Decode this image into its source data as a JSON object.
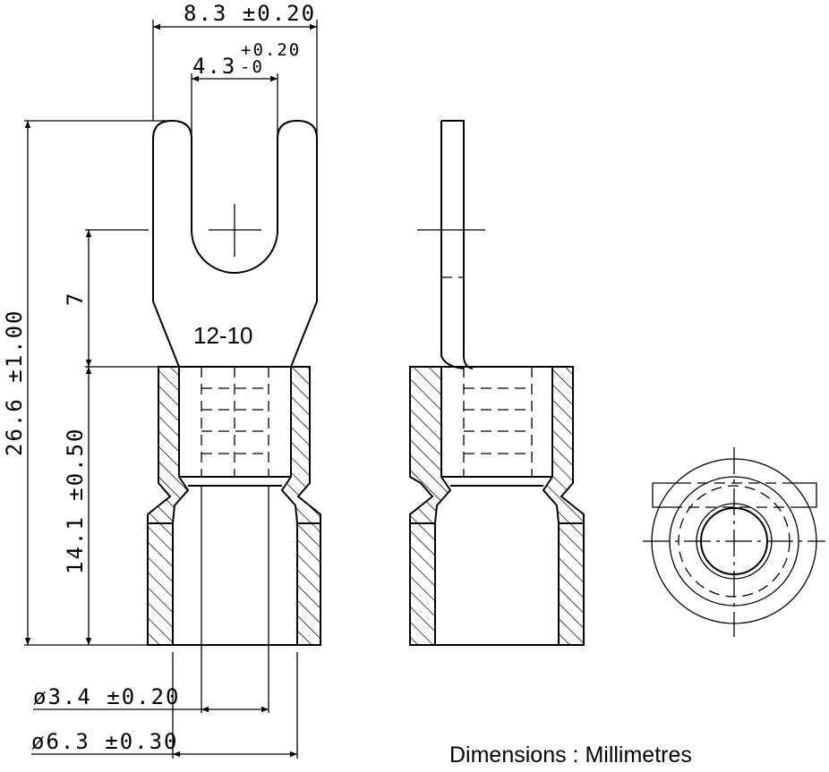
{
  "drawing": {
    "size_label": "12-10",
    "dimensions": {
      "fork_width": "8.3 ±0.20",
      "slot_width": "4.3",
      "slot_tol_upper": "+0.20",
      "slot_tol_lower": "-0",
      "overall_length": "26.6 ±1.00",
      "stud_center_offset": "7",
      "barrel_length": "14.1 ±0.50",
      "inner_diameter": "ø3.4 ±0.20",
      "outer_diameter": "ø6.3 ±0.30"
    },
    "units_note": "Dimensions : Millimetres"
  },
  "colors": {
    "line": "#000000",
    "background": "#ffffff"
  }
}
